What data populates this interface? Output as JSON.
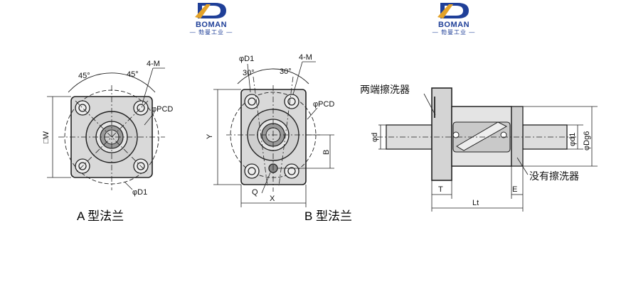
{
  "logo": {
    "name": "BOMAN",
    "subtitle": "— 勃曼工业 —",
    "colors": {
      "blue": "#1f3f98",
      "gold": "#e3a229"
    }
  },
  "flange_a": {
    "caption": "A 型法兰",
    "angle_left": "45°",
    "angle_right": "45°",
    "holes": "4-M",
    "pcd": "φPCD",
    "d1": "φD1",
    "width": "□W"
  },
  "flange_b": {
    "caption": "B 型法兰",
    "d1": "φD1",
    "angle_left": "30°",
    "angle_right": "30°",
    "holes": "4-M",
    "pcd": "φPCD",
    "y": "Y",
    "b": "B",
    "q": "Q",
    "x": "X"
  },
  "side_view": {
    "washer_both": "两端擦洗器",
    "washer_none": "没有擦洗器",
    "shaft_d": "φd",
    "d1": "φd1",
    "dg6": "φDg6",
    "t": "T",
    "e": "E",
    "lt": "Lt"
  }
}
